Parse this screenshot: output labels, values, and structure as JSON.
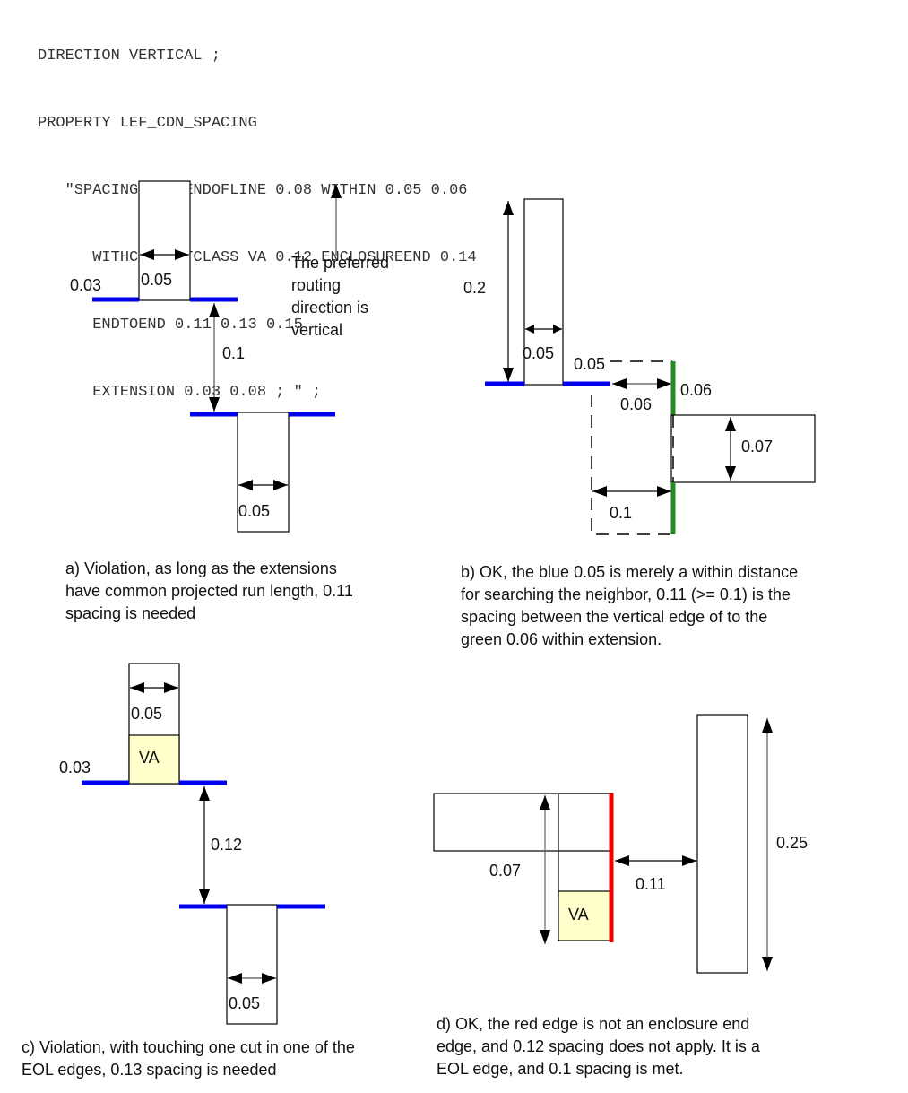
{
  "code_block": {
    "lines": [
      "DIRECTION VERTICAL ;",
      "PROPERTY LEF_CDN_SPACING",
      "   \"SPACING 0.1 ENDOFLINE 0.08 WITHIN 0.05 0.06",
      "      WITHCUT CUTCLASS VA 0.12 ENCLOSUREEND 0.14",
      "      ENDTOEND 0.11 0.13 0.15",
      "      EXTENSION 0.03 0.08 ; \" ;"
    ]
  },
  "colors": {
    "eol_extension_blue": "#0000ee",
    "within_extension_green": "#228b22",
    "red_edge": "#ee0000",
    "cut_fill": "#ffffcc",
    "line": "#000000",
    "gray_line": "#808080"
  },
  "icons": {
    "arrowhead": "triangle-arrowhead-icon"
  },
  "diagram_a": {
    "labels": {
      "extension": "0.03",
      "width_top": "0.05",
      "spacing": "0.1",
      "width_bottom": "0.05"
    },
    "note_lines": [
      "The preferred",
      "routing",
      "direction is",
      "vertical"
    ],
    "caption_lines": [
      "a) Violation, as long as the extensions",
      "have common projected run length, 0.11",
      "spacing is needed"
    ]
  },
  "diagram_b": {
    "labels": {
      "height": "0.2",
      "width": "0.05",
      "within_blue": "0.05",
      "within_horizontal": "0.06",
      "within_green": "0.06",
      "neighbor_height": "0.07",
      "spacing": "0.1"
    },
    "caption_lines": [
      "b) OK, the blue 0.05 is merely a within distance",
      "for searching the neighbor, 0.11 (>= 0.1) is the",
      "spacing between the vertical edge of to the",
      "green 0.06 within extension."
    ]
  },
  "diagram_c": {
    "labels": {
      "width_top": "0.05",
      "cut": "VA",
      "extension": "0.03",
      "spacing": "0.12",
      "width_bottom": "0.05"
    },
    "caption_lines": [
      "c) Violation, with touching one cut in one of the",
      "EOL edges, 0.13 spacing is needed"
    ]
  },
  "diagram_d": {
    "labels": {
      "height_left": "0.07",
      "cut": "VA",
      "spacing": "0.11",
      "height_right": "0.25"
    },
    "caption_lines": [
      "d) OK, the red edge is not an enclosure end",
      "edge, and 0.12 spacing does not apply.  It is a",
      "EOL edge, and 0.1 spacing is met."
    ]
  }
}
